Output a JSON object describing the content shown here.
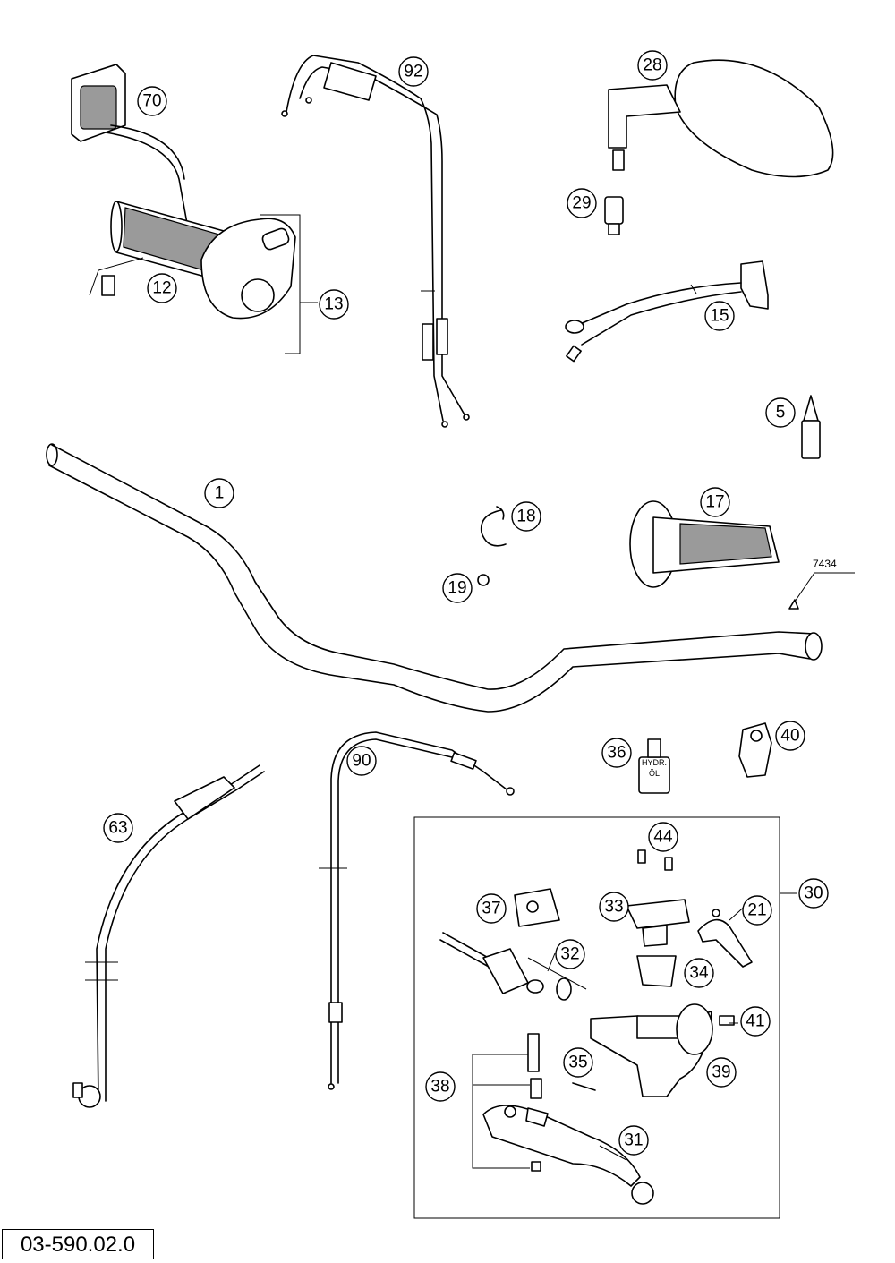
{
  "callouts": {
    "c70": "70",
    "c92": "92",
    "c28": "28",
    "c29": "29",
    "c12": "12",
    "c13": "13",
    "c15": "15",
    "c5": "5",
    "c1": "1",
    "c18": "18",
    "c17": "17",
    "c19": "19",
    "c36": "36",
    "c40": "40",
    "c90": "90",
    "c63": "63",
    "c44": "44",
    "c30": "30",
    "c37": "37",
    "c33": "33",
    "c21": "21",
    "c32": "32",
    "c34": "34",
    "c41": "41",
    "c39": "39",
    "c35": "35",
    "c38": "38",
    "c31": "31"
  },
  "label_7434": "7434",
  "oil_bottle_text": {
    "line1": "HYDR.",
    "line2": "ÖL"
  },
  "drawing_code": "03-590.02.0"
}
